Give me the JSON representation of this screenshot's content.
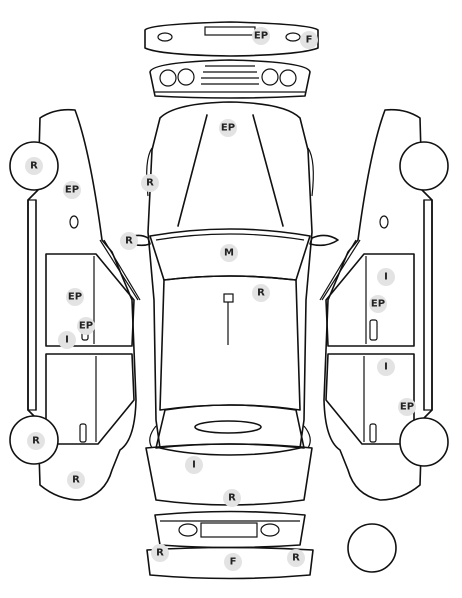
{
  "markers": {
    "front_bumper_ep": "EP",
    "front_bumper_f": "F",
    "hood_ep": "EP",
    "front_left_fender_r": "R",
    "left_mirror_r": "R",
    "windshield_m": "M",
    "roof_r": "R",
    "trunk_i": "I",
    "rear_r": "R",
    "rear_bumper_r_left": "R",
    "rear_bumper_f": "F",
    "rear_bumper_r_right": "R",
    "left_front_wheel_r": "R",
    "left_front_fender_ep": "EP",
    "left_front_door_ep": "EP",
    "left_front_door_ep_handle": "EP",
    "left_front_door_i": "I",
    "left_rear_wheel_r": "R",
    "left_rear_quarter_r": "R",
    "right_front_door_i": "I",
    "right_front_door_ep": "EP",
    "right_rear_door_i": "I",
    "right_rear_quarter_ep": "EP"
  }
}
